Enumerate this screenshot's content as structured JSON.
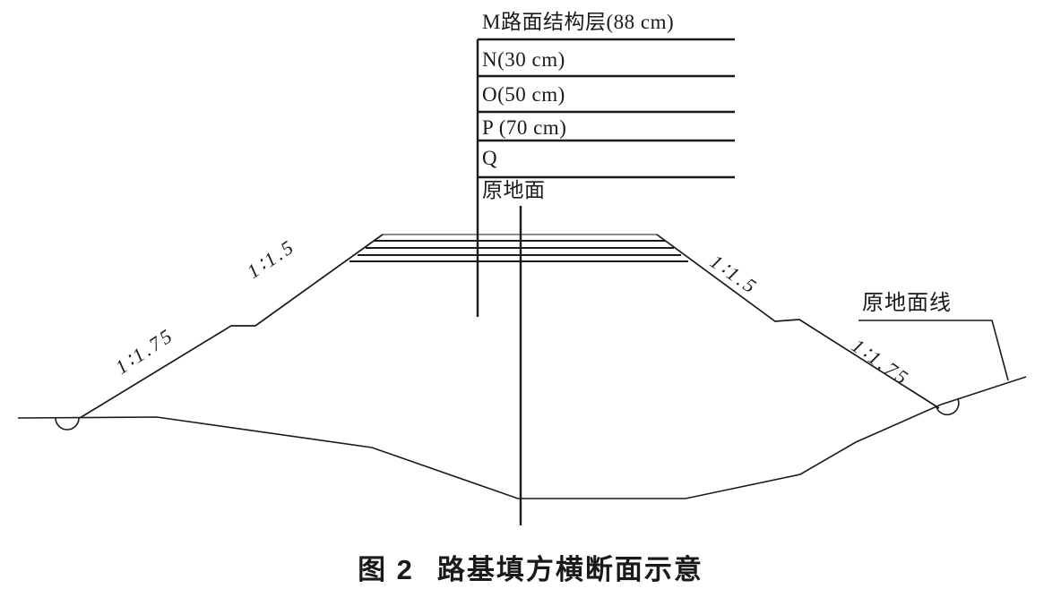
{
  "figure": {
    "caption_number": "图 2",
    "caption_title": "路基填方横断面示意"
  },
  "layer_table": {
    "rows": [
      {
        "label": "M路面结构层(88 cm)"
      },
      {
        "label": "N(30 cm)"
      },
      {
        "label": "O(50 cm)"
      },
      {
        "label": "P (70 cm)"
      },
      {
        "label": "Q"
      },
      {
        "label": "原地面"
      }
    ]
  },
  "slope_labels": {
    "left_upper": "1∶1.5",
    "left_lower": "1∶1.75",
    "right_upper": "1∶1.5",
    "right_lower": "1∶1.75"
  },
  "annotations": {
    "original_ground_line": "原地面线"
  },
  "colors": {
    "line": "#1a1a1a",
    "background": "#ffffff"
  }
}
